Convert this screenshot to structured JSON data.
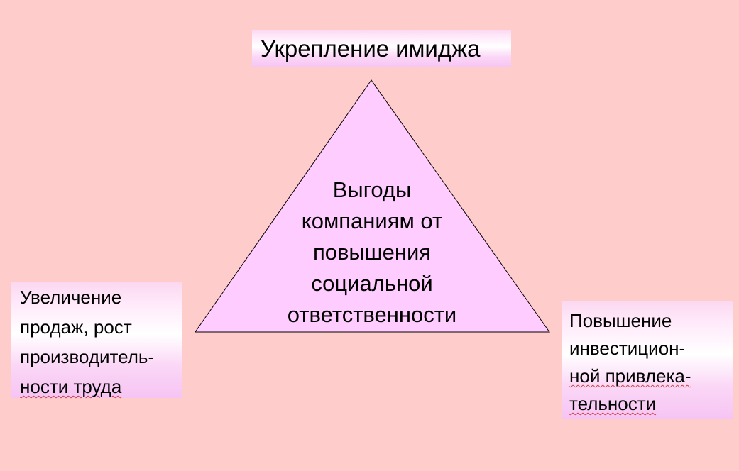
{
  "diagram": {
    "center_lines": [
      "Выгоды",
      "компаниям от",
      "повышения",
      "социальной",
      "ответственности"
    ],
    "top_label": "Укрепление имиджа",
    "left_lines": [
      "Увеличение",
      "продаж, рост",
      "производитель-",
      "ности труда"
    ],
    "right_lines": [
      "Повышение",
      "инвестицион-",
      "ной привлека-",
      "тельности"
    ]
  },
  "colors": {
    "background": "#ffcccc",
    "triangle_fill": "#ffccff",
    "box_fill": "#ffffff"
  }
}
